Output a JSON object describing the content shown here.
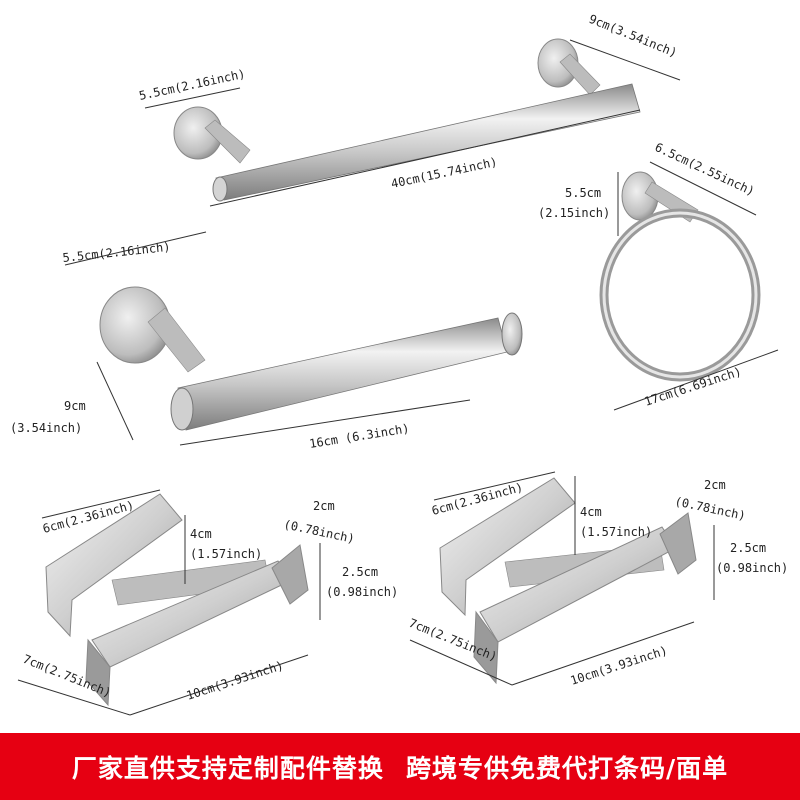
{
  "towel_bar": {
    "depth": "9cm(3.54inch)",
    "base": "5.5cm(2.16inch)",
    "length": "40cm(15.74inch)"
  },
  "towel_ring": {
    "base": "6.5cm(2.55inch)",
    "depth_cm": "5.5cm",
    "depth_in": "(2.15inch)",
    "diameter": "17cm(6.69inch)"
  },
  "paper_holder": {
    "base": "5.5cm(2.16inch)",
    "height_cm": "9cm",
    "height_in": "(3.54inch)",
    "length": "16cm (6.3inch)"
  },
  "hook_left": {
    "width": "6cm(2.36inch)",
    "height_cm": "4cm",
    "height_in": "(1.57inch)",
    "tip_cm": "2cm",
    "tip_in": "(0.78inch)",
    "thick_cm": "2.5cm",
    "thick_in": "(0.98inch)",
    "depth": "7cm(2.75inch)",
    "length": "10cm(3.93inch)"
  },
  "hook_right": {
    "width": "6cm(2.36inch)",
    "height_cm": "4cm",
    "height_in": "(1.57inch)",
    "tip_cm": "2cm",
    "tip_in": "(0.78inch)",
    "thick_cm": "2.5cm",
    "thick_in": "(0.98inch)",
    "depth": "7cm(2.75inch)",
    "length": "10cm(3.93inch)"
  },
  "banner": {
    "left": "厂家直供支持定制配件替换",
    "right": "跨境专供免费代打条码/面单"
  },
  "colors": {
    "banner_bg": "#e60012",
    "banner_text": "#ffffff",
    "metal": "#c9c9c9"
  }
}
